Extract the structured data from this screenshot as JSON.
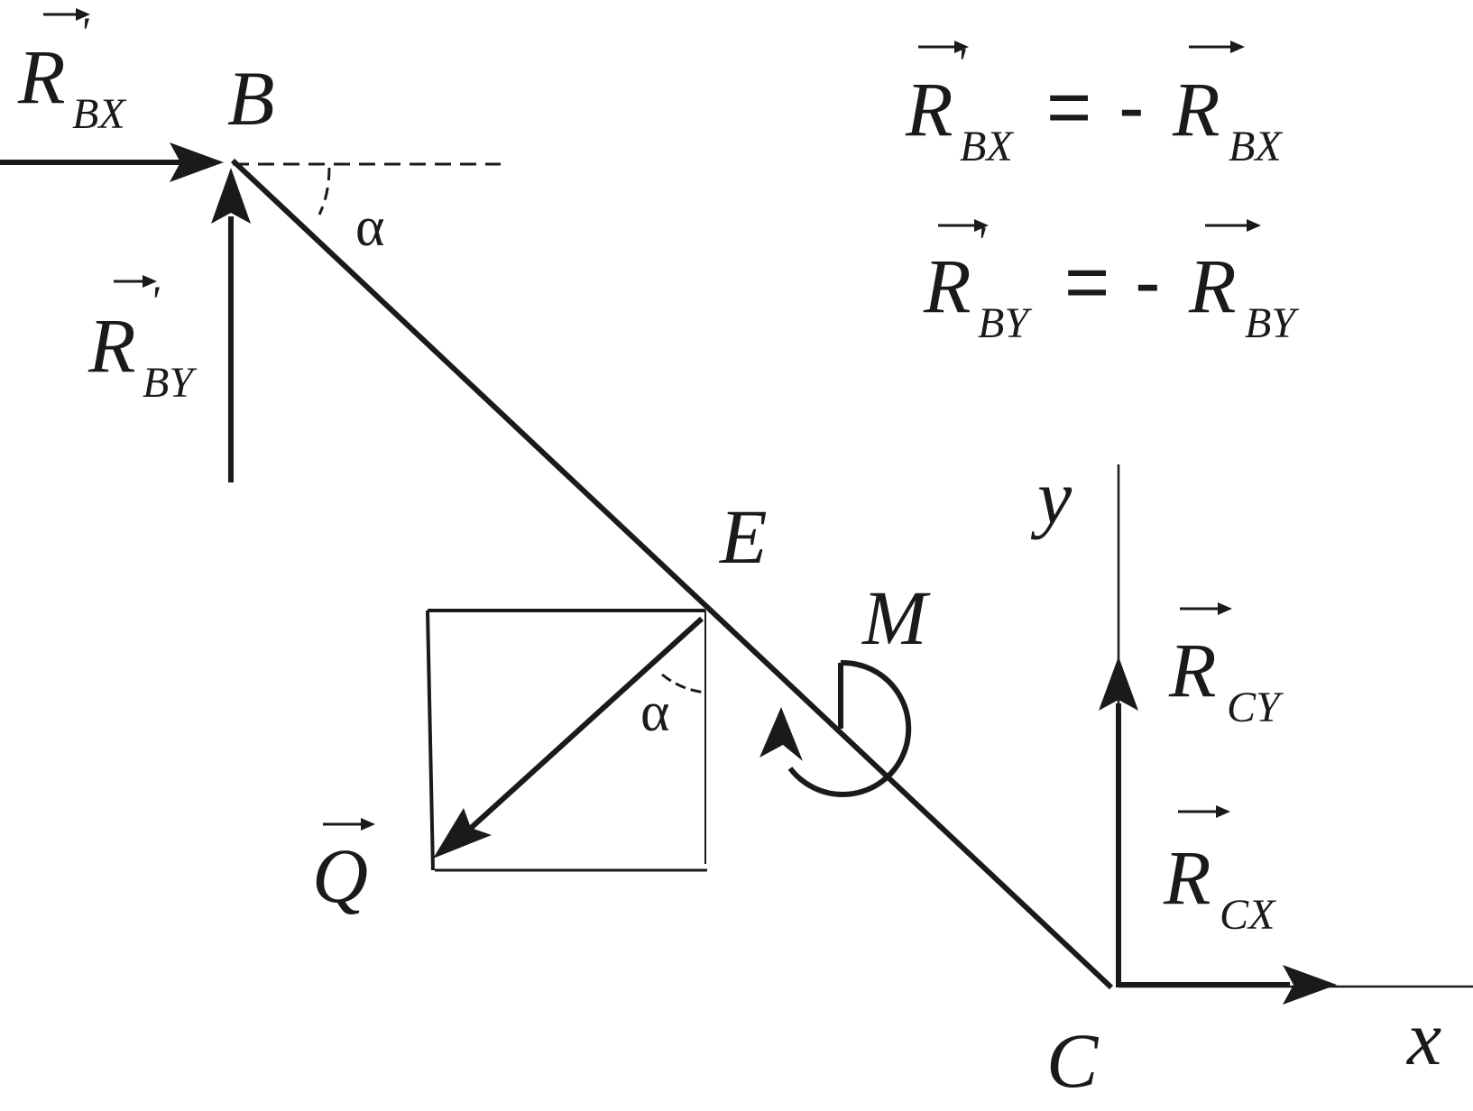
{
  "points": {
    "B": "B",
    "E": "E",
    "C": "C",
    "M": "M"
  },
  "axes": {
    "x": "x",
    "y": "y"
  },
  "angle_symbol": "α",
  "vector_symbols": {
    "R": "R",
    "Q": "Q",
    "prime": "'",
    "sub_BX": "BX",
    "sub_BY": "BY",
    "sub_CX": "CX",
    "sub_CY": "CY"
  },
  "equation_signs": {
    "equals": "=",
    "minus": "-"
  },
  "colors": {
    "ink": "#1a1a1a",
    "background": "#ffffff"
  }
}
